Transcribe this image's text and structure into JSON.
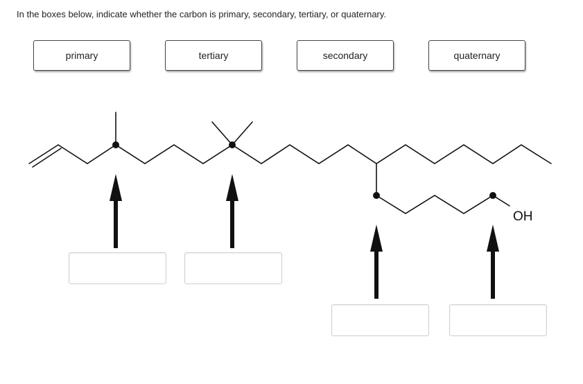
{
  "instruction": "In the boxes below, indicate whether the carbon is primary, secondary, tertiary, or quaternary.",
  "answer_chips": [
    {
      "label": "primary"
    },
    {
      "label": "tertiary"
    },
    {
      "label": "secondary"
    },
    {
      "label": "quaternary"
    }
  ],
  "molecule": {
    "hydroxyl_label": "OH"
  },
  "drop_zones": [
    {
      "value": ""
    },
    {
      "value": ""
    },
    {
      "value": ""
    },
    {
      "value": ""
    }
  ]
}
